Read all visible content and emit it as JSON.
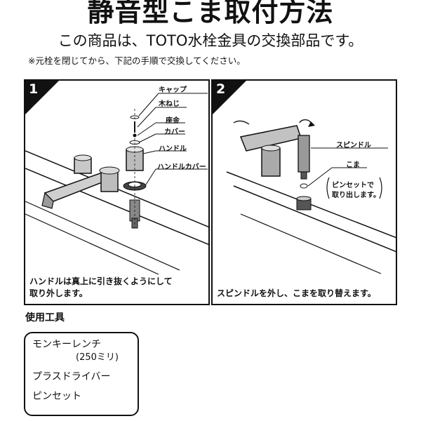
{
  "title": "静音型こま取付方法",
  "subtitle": "この商品は、TOTO水栓金具の交換部品です。",
  "note": "※元栓を閉じてから、下記の手順で交換してください。",
  "steps": [
    {
      "number": "1",
      "labels": [
        "キャップ",
        "木ねじ",
        "座金",
        "カバー",
        "ハンドル",
        "ハンドルカバー"
      ],
      "caption_line1": "ハンドルは真上に引き抜くようにして",
      "caption_line2": "取り外します。"
    },
    {
      "number": "2",
      "labels": [
        "スピンドル",
        "こま",
        "ピンセットで",
        "取り出します。"
      ],
      "caption_line1": "スピンドルを外し、こまを取り替えます。"
    }
  ],
  "tools": {
    "heading": "使用工具",
    "items": [
      {
        "name": "モンキーレンチ",
        "sub": "(250ミリ)"
      },
      {
        "name": "プラスドライバー"
      },
      {
        "name": "ピンセット"
      }
    ]
  }
}
